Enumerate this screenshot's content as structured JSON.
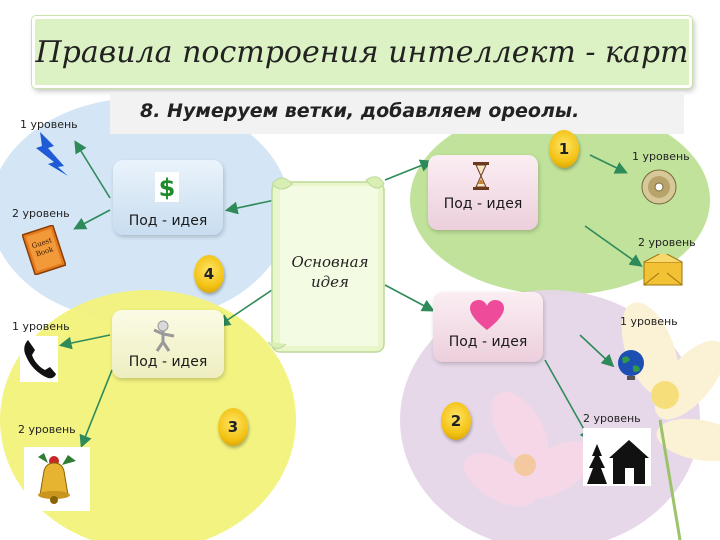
{
  "title": "Правила построения  интеллект - карт",
  "subtitle": "8. Нумеруем ветки, добавляем ореолы.",
  "center_idea": [
    "Основная",
    "идея"
  ],
  "branches": [
    {
      "number": "1",
      "label": "Под - идея",
      "level1": "1 уровень",
      "level2": "2 уровень"
    },
    {
      "number": "2",
      "label": "Под - идея",
      "level1": "1 уровень",
      "level2": "2 уровень"
    },
    {
      "number": "3",
      "label": "Под - идея",
      "level1": "1 уровень",
      "level2": "2 уровень"
    },
    {
      "number": "4",
      "label": "Под - идея",
      "level1": "1 уровень",
      "level2": "2 уровень"
    }
  ],
  "colors": {
    "halo_blue": "#cfe3f4",
    "halo_green": "#b9df8f",
    "halo_yellow": "#f2f27a",
    "halo_pink": "#e6d6e8",
    "arrow": "#2f8a5a",
    "number_badge": "#f3c213"
  },
  "icons": [
    "dollar-icon",
    "hourglass-icon",
    "heart-icon",
    "person-icon",
    "lightning-icon",
    "book-icon",
    "cd-icon",
    "envelope-icon",
    "phone-icon",
    "bell-icon",
    "globe-icon",
    "house-icon",
    "flower-icon"
  ]
}
